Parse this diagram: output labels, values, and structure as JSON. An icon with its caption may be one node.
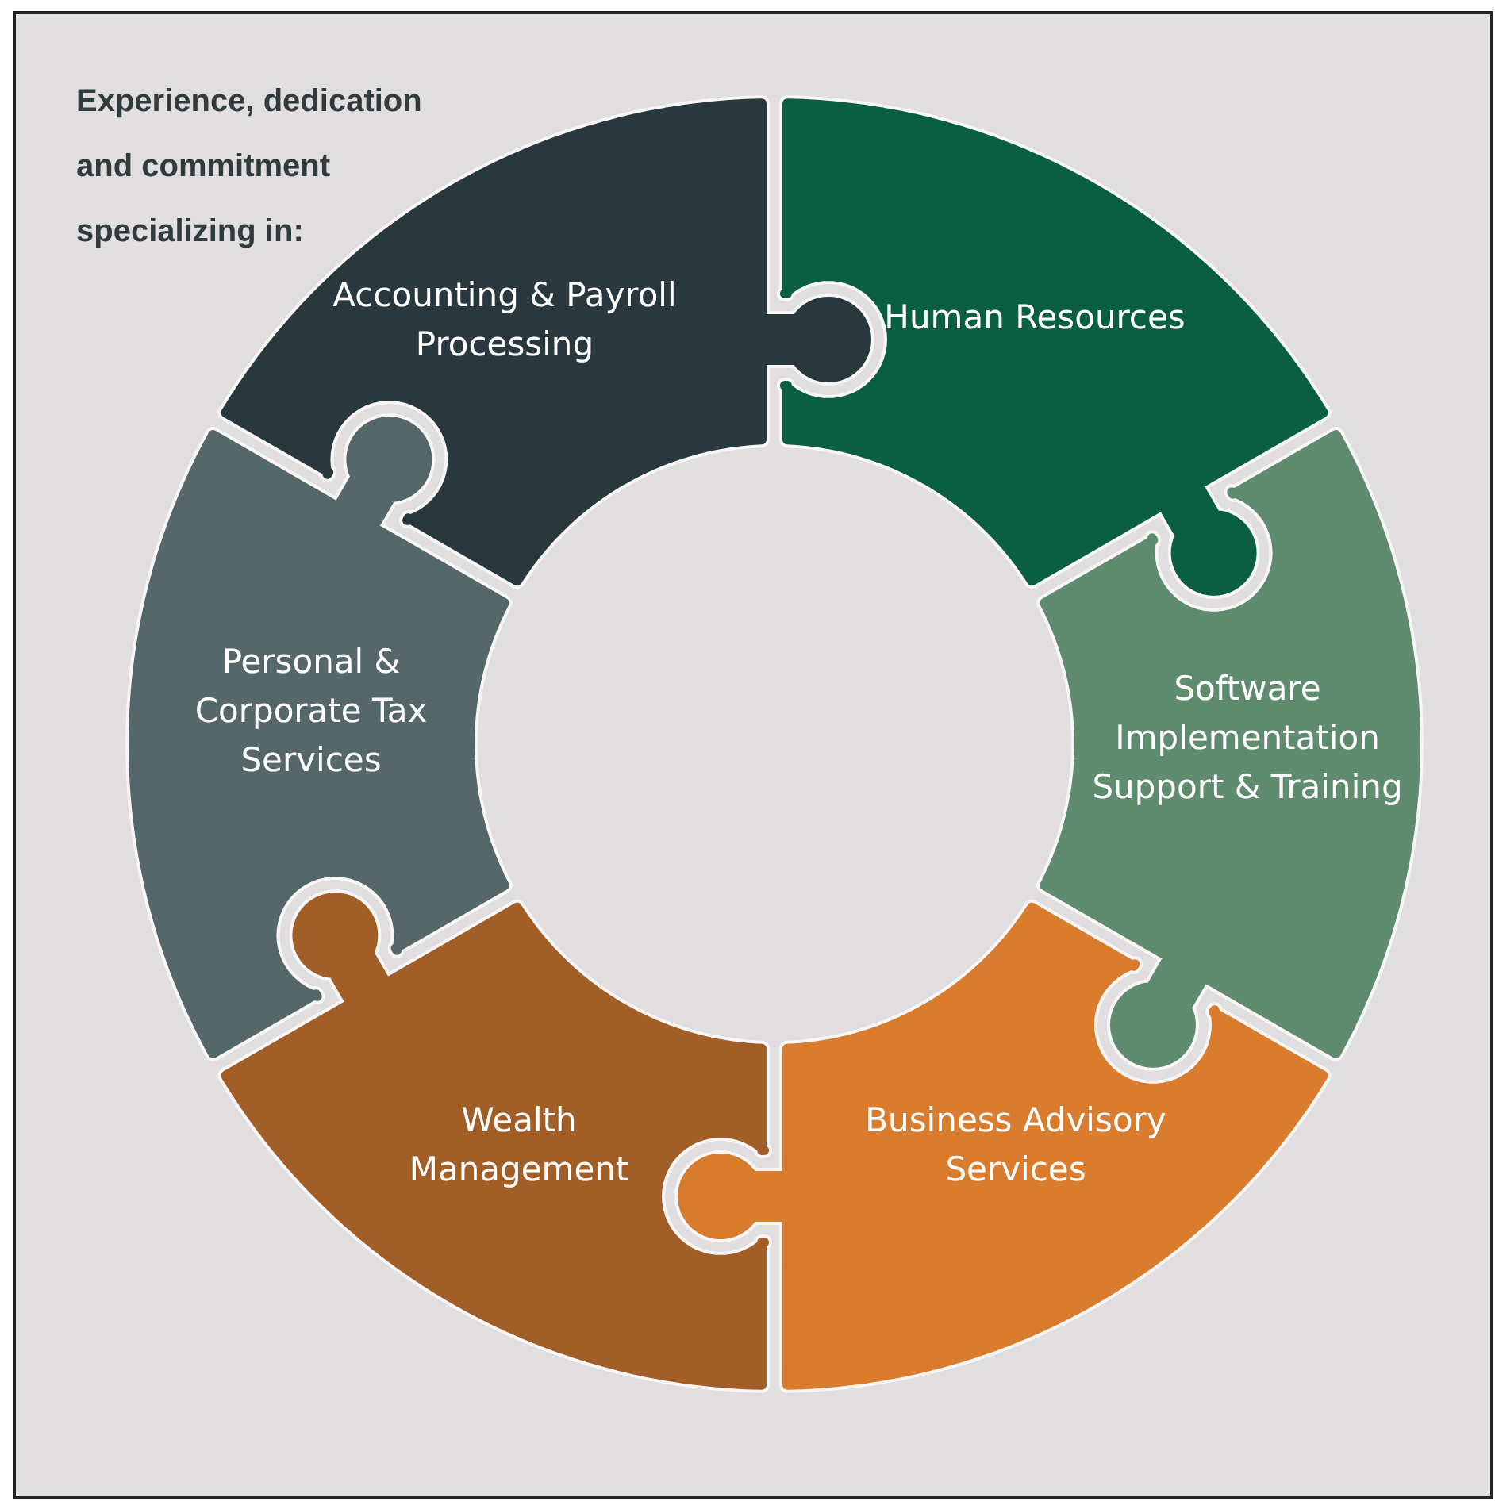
{
  "diagram": {
    "nodes": [
      {
        "text": [
          "Accounting & Payroll Processing"
        ]
      },
      {
        "text": [
          "Human Resources"
        ]
      },
      {
        "text": [
          "Software Implementation Support & Training"
        ]
      },
      {
        "text": [
          "Business Advisory Services"
        ]
      },
      {
        "text": [
          "Wealth Management"
        ]
      },
      {
        "text": [
          "Personal & Corporate Tax Services"
        ]
      }
    ],
    "labels": [
      "Experience, dedication and commitment specializing in:"
    ]
  }
}
